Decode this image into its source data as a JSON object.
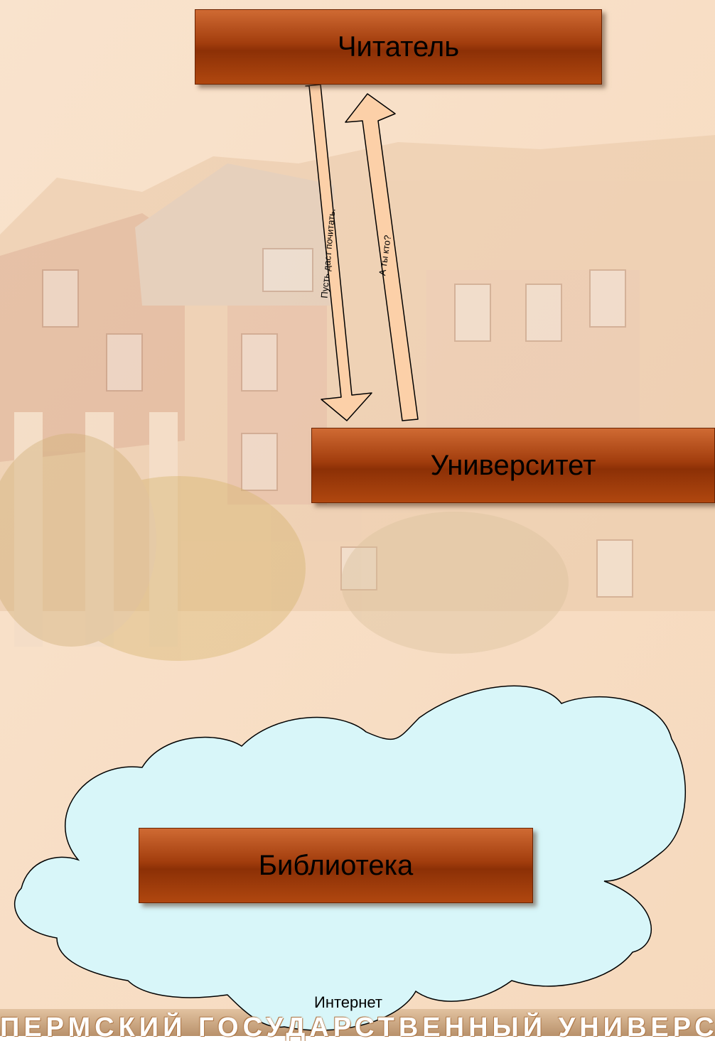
{
  "diagram": {
    "reader_label": "Читатель",
    "university_label": "Университет",
    "library_label": "Библиотека",
    "cloud_label": "Интернет",
    "arrow_down_label": "Пусть даст почитать.",
    "arrow_up_label": "А ты кто?"
  },
  "footer": {
    "text": "ПЕРМСКИЙ ГОСУДАРСТВЕННЫЙ УНИВЕРСИТЕТ"
  },
  "colors": {
    "background": "#f7dfc8",
    "box_fill": "#a23d0d",
    "arrow_fill": "#fcd0a8",
    "cloud_fill": "#d8f6f9",
    "footer_band": "#c8a480"
  }
}
